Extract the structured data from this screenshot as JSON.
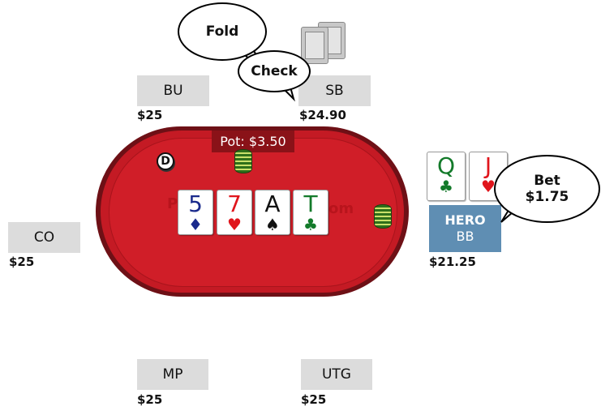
{
  "pot": {
    "label": "Pot: $3.50"
  },
  "dealer_button": {
    "label": "D"
  },
  "watermark": {
    "left": "P",
    "right": "om"
  },
  "board": [
    {
      "rank": "5",
      "suit": "♦",
      "color": "#1a2a8c"
    },
    {
      "rank": "7",
      "suit": "♥",
      "color": "#e0151c"
    },
    {
      "rank": "A",
      "suit": "♠",
      "color": "#111111"
    },
    {
      "rank": "T",
      "suit": "♣",
      "color": "#137a2a"
    }
  ],
  "hero_cards": [
    {
      "rank": "Q",
      "suit": "♣",
      "color": "#137a2a"
    },
    {
      "rank": "J",
      "suit": "♥",
      "color": "#e0151c"
    }
  ],
  "seats": {
    "bu": {
      "name": "BU",
      "stack": "$25"
    },
    "sb": {
      "name": "SB",
      "stack": "$24.90"
    },
    "co": {
      "name": "CO",
      "stack": "$25"
    },
    "mp": {
      "name": "MP",
      "stack": "$25"
    },
    "utg": {
      "name": "UTG",
      "stack": "$25"
    },
    "hero": {
      "name": "HERO",
      "position": "BB",
      "stack": "$21.25"
    }
  },
  "bubbles": {
    "fold": "Fold",
    "check": "Check",
    "bet_line1": "Bet",
    "bet_line2": "$1.75"
  },
  "colors": {
    "felt": "#d01e28",
    "rail": "#6e1016",
    "seat": "#dcdcdc",
    "hero_seat": "#5f8eb3",
    "pot_bg": "#8a1218"
  }
}
